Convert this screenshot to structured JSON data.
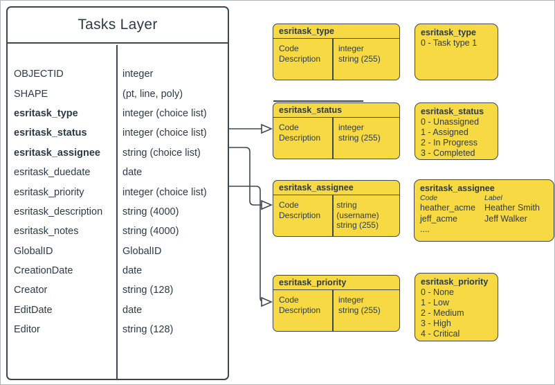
{
  "colors": {
    "shape_fill_yellow": "#f7d944",
    "stroke": "#3b4651",
    "text": "#2c3a47",
    "background": "#ffffff"
  },
  "main_table": {
    "title": "Tasks Layer",
    "fields": [
      {
        "name": "OBJECTID",
        "type": "integer"
      },
      {
        "name": "SHAPE",
        "type": "(pt, line, poly)"
      },
      {
        "name": "esritask_type",
        "type": "integer (choice list)"
      },
      {
        "name": "esritask_status",
        "type": "integer (choice list)"
      },
      {
        "name": "esritask_assignee",
        "type": "string (choice list)"
      },
      {
        "name": "esritask_duedate",
        "type": "date"
      },
      {
        "name": "esritask_priority",
        "type": "integer (choice list)"
      },
      {
        "name": "esritask_description",
        "type": "string (4000)"
      },
      {
        "name": "esritask_notes",
        "type": "string (4000)"
      },
      {
        "name": "GlobalID",
        "type": "GlobalID"
      },
      {
        "name": "CreationDate",
        "type": "date"
      },
      {
        "name": "Creator",
        "type": "string (128)"
      },
      {
        "name": "EditDate",
        "type": "date"
      },
      {
        "name": "Editor",
        "type": "string (128)"
      }
    ]
  },
  "er_tables": [
    {
      "title": "esritask_type",
      "rows": [
        {
          "key": "Code",
          "value": "integer"
        },
        {
          "key": "Description",
          "value": "string (255)"
        }
      ]
    },
    {
      "title": "esritask_status",
      "rows": [
        {
          "key": "Code",
          "value": "integer"
        },
        {
          "key": "Description",
          "value": "string (255)"
        }
      ]
    },
    {
      "title": "esritask_assignee",
      "rows": [
        {
          "key": "Code",
          "value": "string  (username)"
        },
        {
          "key": "Description",
          "value": "string (255)"
        }
      ]
    },
    {
      "title": "esritask_priority",
      "rows": [
        {
          "key": "Code",
          "value": "integer"
        },
        {
          "key": "Description",
          "value": "string (255)"
        }
      ]
    }
  ],
  "code_boxes": [
    {
      "title": "esritask_type",
      "lines": [
        "0 - Task type 1"
      ]
    },
    {
      "title": "esritask_status",
      "lines": [
        "0 - Unassigned",
        "1 - Assigned",
        "2 - In Progress",
        "3 - Completed"
      ]
    },
    {
      "title": "esritask_assignee",
      "col_headers": {
        "code": "Code",
        "label": "Label"
      },
      "entries": [
        {
          "code": "heather_acme",
          "label": "Heather Smith"
        },
        {
          "code": "jeff_acme",
          "label": "Jeff Walker"
        }
      ],
      "more": "...."
    },
    {
      "title": "esritask_priority",
      "lines": [
        "0 - None",
        "1 - Low",
        "2 - Medium",
        "3 - High",
        "4 - Critical"
      ]
    }
  ]
}
